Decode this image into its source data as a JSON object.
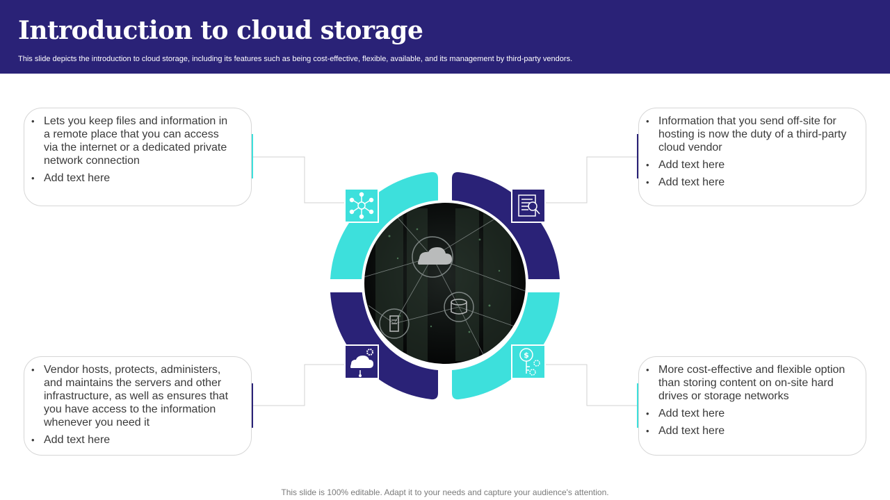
{
  "slide": {
    "title": "Introduction to cloud storage",
    "subtitle": "This slide depicts the introduction to cloud storage, including its features such as being cost-effective, flexible, available, and its management by third-party vendors.",
    "footer": "This slide is 100% editable. Adapt it to your needs and capture your audience's attention."
  },
  "colors": {
    "header": "#2a2277",
    "navy": "#2a2277",
    "turquoise": "#3de0dc"
  },
  "cards": {
    "top_left": {
      "bullets": [
        "Lets you keep files and information in a remote place that you can access via the internet or a dedicated private network connection",
        "Add text here"
      ],
      "icon": "network-hub-icon"
    },
    "top_right": {
      "bullets": [
        "Information that you send off-site for hosting is now the duty of a third-party cloud vendor",
        "Add text here",
        "Add text here"
      ],
      "icon": "document-search-icon"
    },
    "bottom_left": {
      "bullets": [
        "Vendor hosts, protects, administers, and maintains the servers and other infrastructure,  as well as ensures that you have access to the information whenever you need it",
        "Add text here"
      ],
      "icon": "cloud-settings-icon"
    },
    "bottom_right": {
      "bullets": [
        "More cost-effective and flexible option than storing content on on-site hard drives or storage networks",
        "Add text here",
        "Add text here"
      ],
      "icon": "dollar-gear-icon"
    }
  },
  "center": {
    "icons": [
      "cloud-icon",
      "database-icon",
      "server-icon"
    ]
  }
}
